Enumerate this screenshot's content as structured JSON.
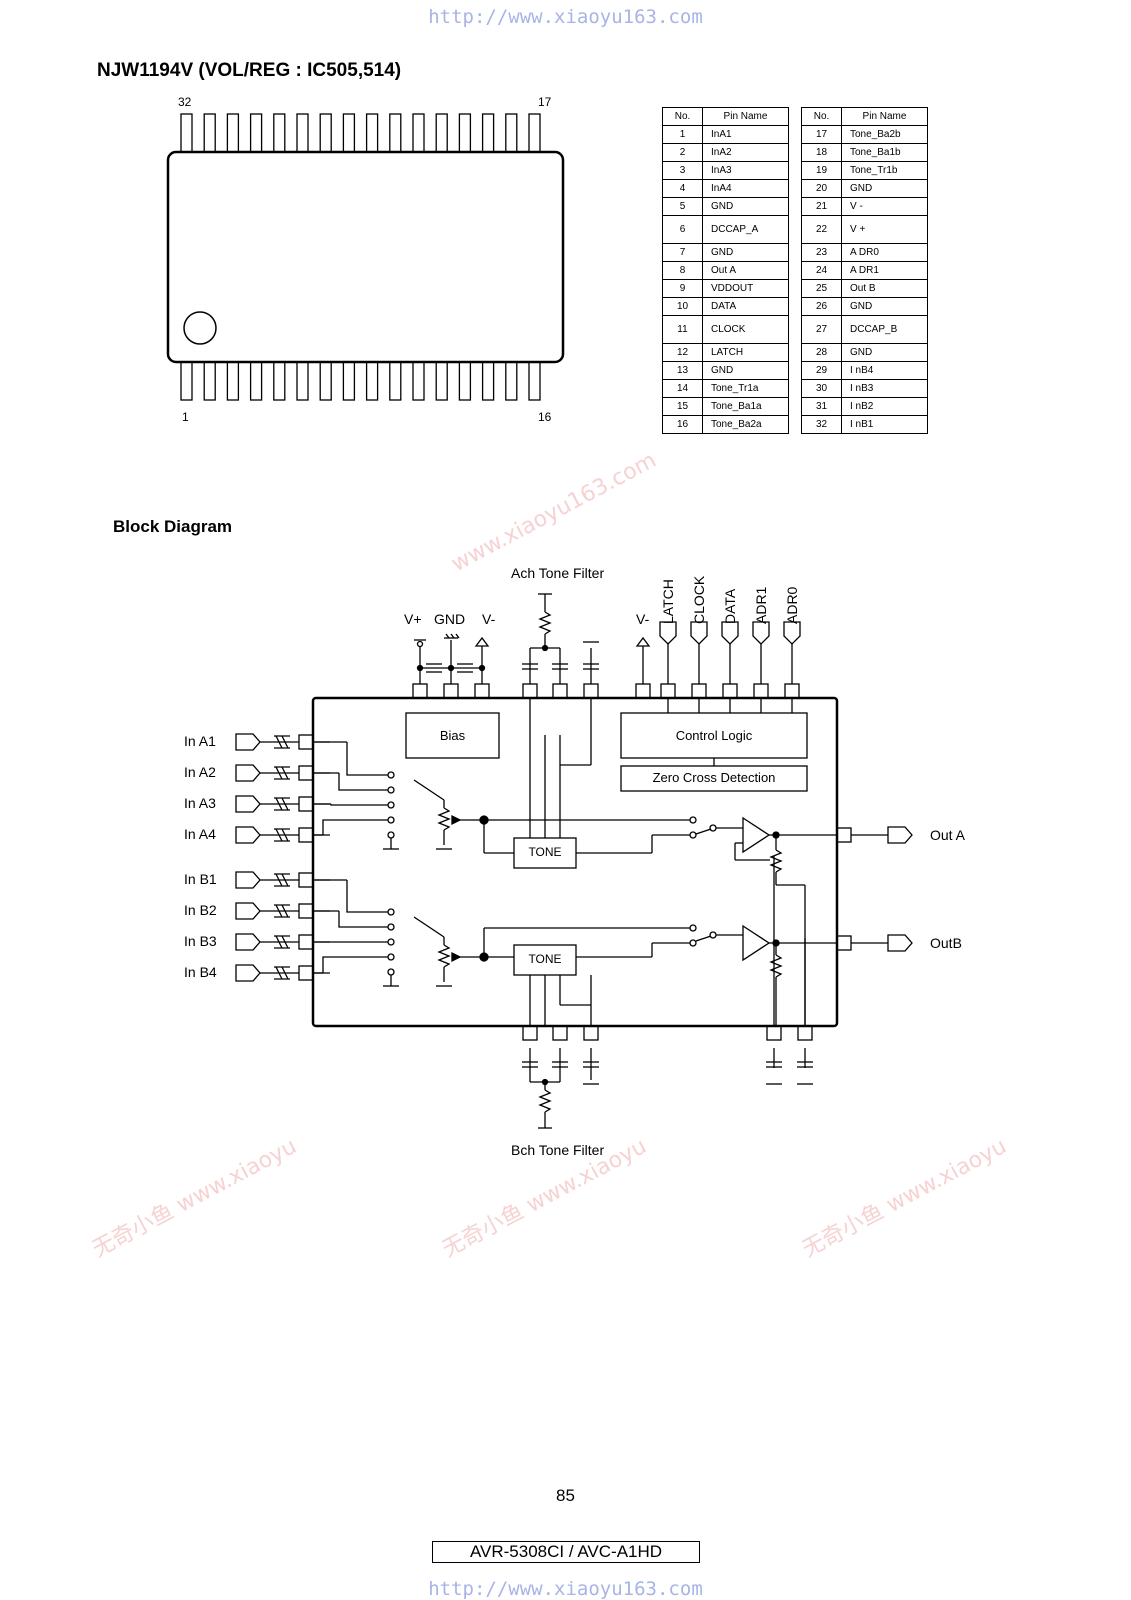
{
  "header_url": "http://www.xiaoyu163.com",
  "footer_url": "http://www.xiaoyu163.com",
  "title": "NJW1194V (VOL/REG : IC505,514)",
  "package": {
    "pin_top_left": "32",
    "pin_top_right": "17",
    "pin_bottom_left": "1",
    "pin_bottom_right": "16"
  },
  "pin_table_headers": {
    "no": "No.",
    "name": "Pin Name"
  },
  "pins_left": [
    {
      "no": "1",
      "name": "InA1"
    },
    {
      "no": "2",
      "name": "InA2"
    },
    {
      "no": "3",
      "name": "InA3"
    },
    {
      "no": "4",
      "name": "InA4"
    },
    {
      "no": "5",
      "name": "GND"
    },
    {
      "no": "6",
      "name": "DCCAP_A"
    },
    {
      "no": "7",
      "name": "GND"
    },
    {
      "no": "8",
      "name": "Out A"
    },
    {
      "no": "9",
      "name": "VDDOUT"
    },
    {
      "no": "10",
      "name": "DATA"
    },
    {
      "no": "11",
      "name": "CLOCK"
    },
    {
      "no": "12",
      "name": "LATCH"
    },
    {
      "no": "13",
      "name": "GND"
    },
    {
      "no": "14",
      "name": "Tone_Tr1a"
    },
    {
      "no": "15",
      "name": "Tone_Ba1a"
    },
    {
      "no": "16",
      "name": "Tone_Ba2a"
    }
  ],
  "pins_right": [
    {
      "no": "17",
      "name": "Tone_Ba2b"
    },
    {
      "no": "18",
      "name": "Tone_Ba1b"
    },
    {
      "no": "19",
      "name": "Tone_Tr1b"
    },
    {
      "no": "20",
      "name": "GND"
    },
    {
      "no": "21",
      "name": "V -"
    },
    {
      "no": "22",
      "name": "V +"
    },
    {
      "no": "23",
      "name": "A DR0"
    },
    {
      "no": "24",
      "name": "A DR1"
    },
    {
      "no": "25",
      "name": "Out B"
    },
    {
      "no": "26",
      "name": "GND"
    },
    {
      "no": "27",
      "name": "DCCAP_B"
    },
    {
      "no": "28",
      "name": "GND"
    },
    {
      "no": "29",
      "name": "I nB4"
    },
    {
      "no": "30",
      "name": "I nB3"
    },
    {
      "no": "31",
      "name": "I nB2"
    },
    {
      "no": "32",
      "name": "I nB1"
    }
  ],
  "block_diagram": {
    "title": "Block Diagram",
    "ach_filter": "Ach Tone Filter",
    "bch_filter": "Bch Tone Filter",
    "vplus": "V+",
    "gnd": "GND",
    "vminus": "V-",
    "vminus2": "V-",
    "ctrl_pins": [
      "LATCH",
      "CLOCK",
      "DATA",
      "ADR1",
      "ADR0"
    ],
    "bias": "Bias",
    "control_logic": "Control Logic",
    "zero_cross": "Zero Cross Detection",
    "tone": "TONE",
    "inputs": [
      "In A1",
      "In A2",
      "In A3",
      "In A4",
      "In B1",
      "In B2",
      "In B3",
      "In B4"
    ],
    "out_a": "Out A",
    "out_b": "OutB"
  },
  "page_number": "85",
  "model": "AVR-5308CI / AVC-A1HD",
  "watermarks": [
    "www.xiaoyu163.com",
    "无奇小鱼 www.xiaoyu"
  ]
}
